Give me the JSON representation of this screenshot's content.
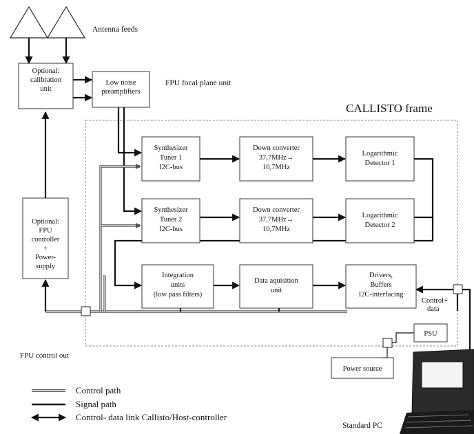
{
  "labels": {
    "antenna_feeds": "Antenna feeds",
    "fpu_focal_plane": "FPU focal plane unit",
    "callisto_frame": "CALLISTO frame",
    "fpu_control_out": "FPU control out",
    "control_data": [
      "Control+",
      "data"
    ],
    "standard_pc": "Standard PC"
  },
  "boxes": {
    "calibration": [
      "Optional:",
      "calibration",
      "unit"
    ],
    "lna": [
      "Low noise",
      "preamplifiers"
    ],
    "fpu_controller": [
      "Optional:",
      "FPU",
      "controller",
      "+",
      "Power-",
      "supply"
    ],
    "tuner1": [
      "Synthesizer",
      "Tuner 1",
      "I2C-bus"
    ],
    "down1": [
      "Down converter",
      "37,7MHz→",
      "10,7MHz"
    ],
    "logdet1": [
      "Logarithmic",
      "Detector 1"
    ],
    "tuner2": [
      "Synthesizer",
      "Tuner 2",
      "I2C-bus"
    ],
    "down2": [
      "Down converter",
      "37,7MHz→",
      "10,7MHz"
    ],
    "logdet2": [
      "Logarithmic",
      "Detector 2"
    ],
    "integration": [
      "Integration",
      "units",
      "(low pass filters)"
    ],
    "daq": [
      "Data aquisition",
      "unit"
    ],
    "drivers": [
      "Drivers,",
      "Buffers",
      "I2C-interfacing"
    ],
    "psu": [
      "PSU"
    ],
    "power_source": [
      "Power source"
    ]
  },
  "legend": {
    "control": "Control path",
    "signal": "Signal path",
    "link": "Control- data link Callisto/Host-controller"
  }
}
